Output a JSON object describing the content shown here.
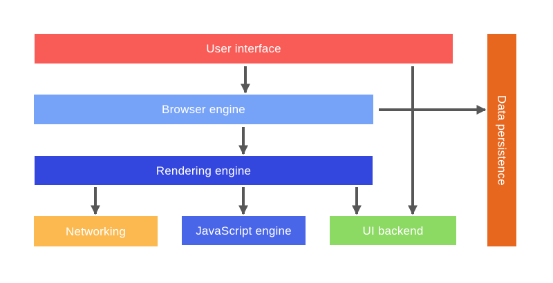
{
  "colors": {
    "arrow": "#575757",
    "text": "#ffffff",
    "background": "#ffffff"
  },
  "boxes": {
    "user_interface": {
      "label": "User interface",
      "color": "#f95b57"
    },
    "browser_engine": {
      "label": "Browser engine",
      "color": "#76a2f8"
    },
    "rendering_engine": {
      "label": "Rendering engine",
      "color": "#3346dd"
    },
    "networking": {
      "label": "Networking",
      "color": "#fbb950"
    },
    "javascript_engine": {
      "label": "JavaScript engine",
      "color": "#4a66e8"
    },
    "ui_backend": {
      "label": "UI backend",
      "color": "#8cd963"
    },
    "data_persistence": {
      "label": "Data persistence",
      "color": "#e8671e"
    }
  },
  "connections": [
    {
      "from": "User interface",
      "to": "Browser engine"
    },
    {
      "from": "Browser engine",
      "to": "Rendering engine"
    },
    {
      "from": "Rendering engine",
      "to": "Networking"
    },
    {
      "from": "Rendering engine",
      "to": "JavaScript engine"
    },
    {
      "from": "Rendering engine",
      "to": "UI backend"
    },
    {
      "from": "User interface",
      "to": "UI backend"
    },
    {
      "from": "Browser engine",
      "to": "Data persistence"
    }
  ]
}
